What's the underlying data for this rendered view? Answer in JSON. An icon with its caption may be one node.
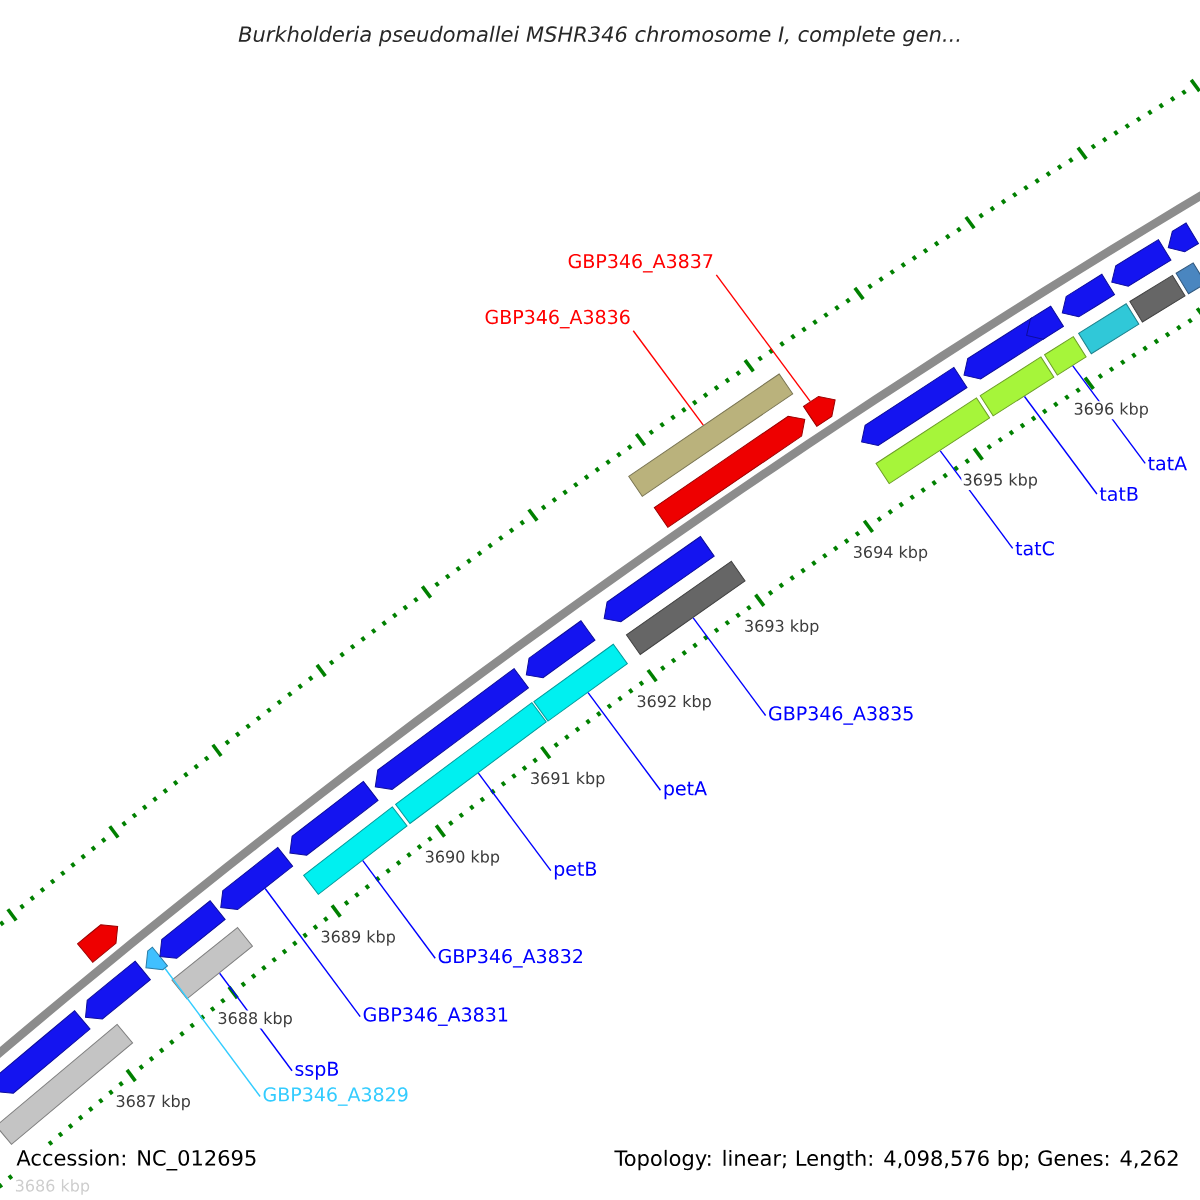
{
  "diagram": {
    "title": "Burkholderia pseudomallei MSHR346 chromosome I, complete gen...",
    "nodes": [
      {
        "text": [
          "GBP346_A3837"
        ]
      },
      {
        "text": [
          "GBP346_A3836"
        ]
      },
      {
        "text": [
          "tatA"
        ]
      },
      {
        "text": [
          "tatB"
        ]
      },
      {
        "text": [
          "tatC"
        ]
      },
      {
        "text": [
          "GBP346_A3835"
        ]
      },
      {
        "text": [
          "petA"
        ]
      },
      {
        "text": [
          "petB"
        ]
      },
      {
        "text": [
          "GBP346_A3832"
        ]
      },
      {
        "text": [
          "GBP346_A3831"
        ]
      },
      {
        "text": [
          "sspB"
        ]
      },
      {
        "text": [
          "GBP346_A3829"
        ]
      },
      {
        "text": [],
        "shape": "pentagon"
      },
      {
        "text": [],
        "shape": "bar"
      },
      {
        "text": [],
        "shape": "pentagon"
      },
      {
        "text": [],
        "shape": "pentagon"
      },
      {
        "text": [],
        "shape": "pentagon"
      },
      {
        "text": [],
        "shape": "bar"
      },
      {
        "text": [],
        "shape": "pentagon"
      },
      {
        "text": [],
        "shape": "pentagon"
      },
      {
        "text": [],
        "shape": "bar"
      },
      {
        "text": [],
        "shape": "pentagon"
      },
      {
        "text": [],
        "shape": "pentagon"
      },
      {
        "text": [],
        "shape": "bar"
      },
      {
        "text": [],
        "shape": "bar"
      },
      {
        "text": [],
        "shape": "pentagon"
      },
      {
        "text": [],
        "shape": "pentagon"
      },
      {
        "text": [],
        "shape": "bar"
      },
      {
        "text": [],
        "shape": "pentagon"
      },
      {
        "text": [],
        "shape": "bar"
      },
      {
        "text": [],
        "shape": "pentagon"
      },
      {
        "text": [],
        "shape": "bar"
      },
      {
        "text": [],
        "shape": "pentagon"
      },
      {
        "text": [],
        "shape": "bar"
      },
      {
        "text": [],
        "shape": "pentagon"
      },
      {
        "text": [],
        "shape": "bar"
      },
      {
        "text": [],
        "shape": "pentagon"
      },
      {
        "text": [],
        "shape": "bar"
      },
      {
        "text": [],
        "shape": "pentagon"
      },
      {
        "text": [],
        "shape": "bar"
      },
      {
        "text": [],
        "shape": "pentagon"
      },
      {
        "text": [],
        "shape": "bar"
      },
      {
        "text": [],
        "shape": "pentagon"
      }
    ],
    "edges": [
      {
        "from": 0,
        "to": 30,
        "arrow": "none",
        "color": "#ff0000"
      },
      {
        "from": 1,
        "to": 29,
        "arrow": "none",
        "color": "#ff0000"
      },
      {
        "from": 2,
        "to": 35,
        "arrow": "none"
      },
      {
        "from": 3,
        "to": 33,
        "arrow": "none"
      },
      {
        "from": 4,
        "to": 31,
        "arrow": "none"
      },
      {
        "from": 5,
        "to": 27,
        "arrow": "none"
      },
      {
        "from": 6,
        "to": 24,
        "arrow": "none"
      },
      {
        "from": 7,
        "to": 23,
        "arrow": "none"
      },
      {
        "from": 8,
        "to": 20,
        "arrow": "none"
      },
      {
        "from": 9,
        "to": 19,
        "arrow": "none"
      },
      {
        "from": 10,
        "to": 17,
        "arrow": "none"
      },
      {
        "from": 11,
        "to": 16,
        "arrow": "none",
        "color": "#33ccff"
      }
    ],
    "labels": [
      "3696 kbp",
      "3695 kbp",
      "3694 kbp",
      "3693 kbp",
      "3692 kbp",
      "3691 kbp",
      "3690 kbp",
      "3689 kbp",
      "3688 kbp",
      "3687 kbp",
      "3686 kbp",
      "Accession: NC_012695",
      "Topology: linear; Length: 4,098,576 bp; Genes: 4,262"
    ]
  }
}
